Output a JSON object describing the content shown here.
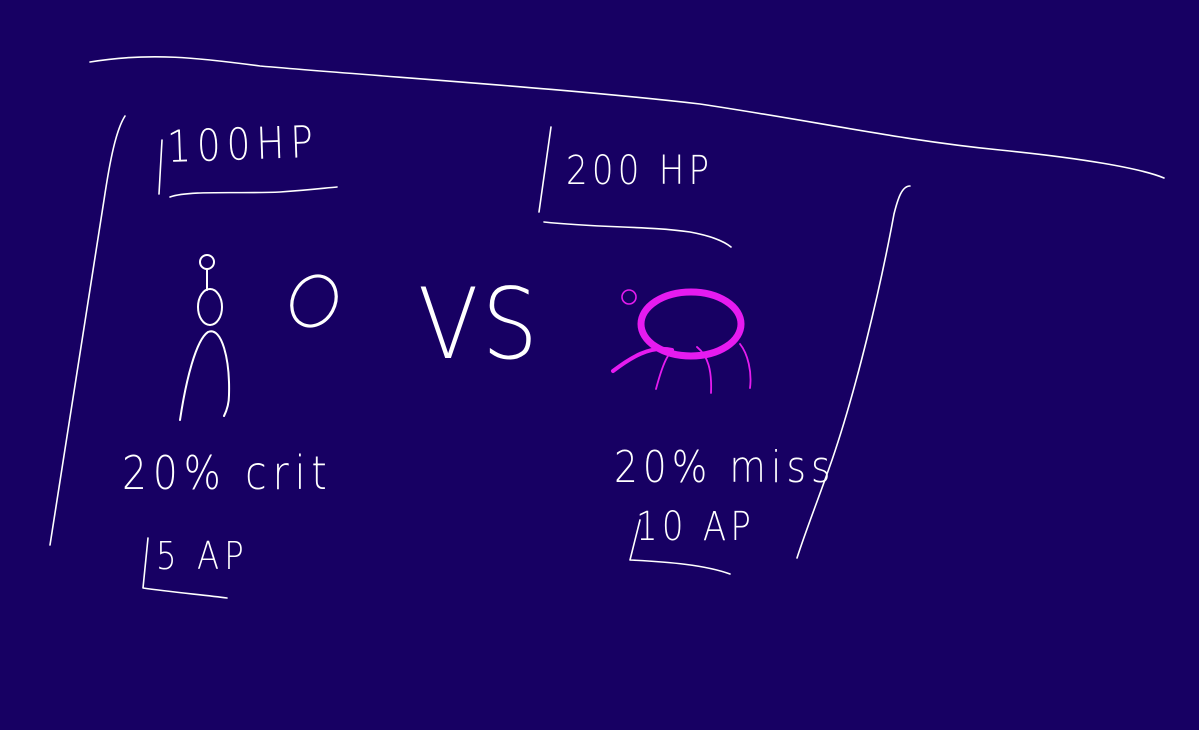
{
  "player": {
    "hp": "100HP",
    "crit": "20% crit",
    "ap": "5 AP"
  },
  "versus": "VS",
  "enemy": {
    "hp": "200 HP",
    "miss": "20% miss",
    "ap": "10 AP"
  },
  "colors": {
    "background": "#170063",
    "ink": "#ffffff",
    "enemy_ink": "#e61bf0"
  }
}
